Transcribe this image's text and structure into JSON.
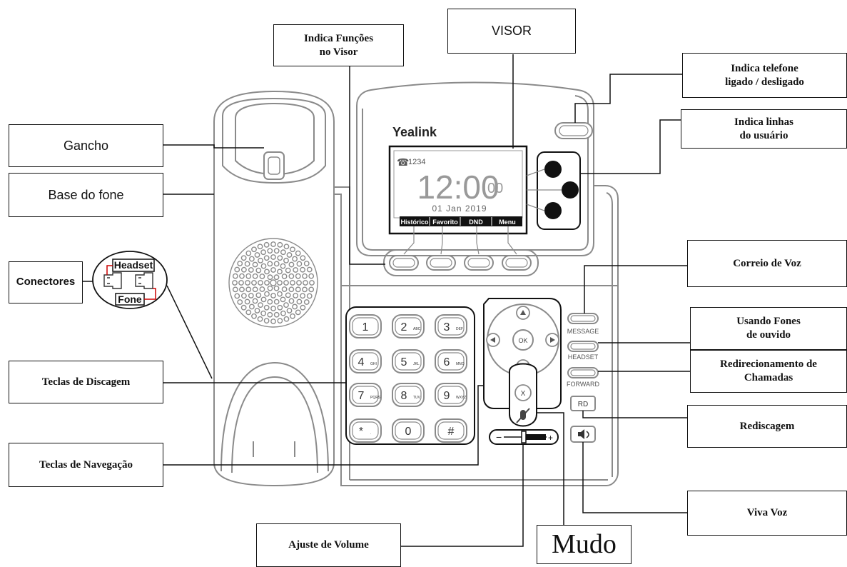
{
  "phone": {
    "brand": "Yealink",
    "screen": {
      "account": "1234",
      "time": "12:00",
      "seconds": "00",
      "date": "01 Jan 2019",
      "softkeys": [
        "Histórico",
        "Favorito",
        "DND",
        "Menu"
      ]
    },
    "keypad": [
      {
        "digit": "1",
        "letters": ""
      },
      {
        "digit": "2",
        "letters": "ABC"
      },
      {
        "digit": "3",
        "letters": "DEF"
      },
      {
        "digit": "4",
        "letters": "GHI"
      },
      {
        "digit": "5",
        "letters": "JKL"
      },
      {
        "digit": "6",
        "letters": "MNO"
      },
      {
        "digit": "7",
        "letters": "PQRS"
      },
      {
        "digit": "8",
        "letters": "TUV"
      },
      {
        "digit": "9",
        "letters": "WXYZ"
      },
      {
        "digit": "*",
        "letters": "."
      },
      {
        "digit": "0",
        "letters": ""
      },
      {
        "digit": "#",
        "letters": ""
      }
    ],
    "nav": {
      "ok": "OK",
      "cancel": "X"
    },
    "side_key_labels": {
      "message": "MESSAGE",
      "headset": "HEADSET",
      "forward": "FORWARD",
      "redial": "RD"
    },
    "volume": {
      "minus": "−",
      "plus": "+"
    },
    "connectors": {
      "headset": "Headset",
      "fone": "Fone"
    }
  },
  "callouts": {
    "indica_funcoes": "Indica Funções\nno Visor",
    "visor": "VISOR",
    "indica_telefone": "Indica telefone\nligado / desligado",
    "indica_linhas": "Indica linhas\ndo usuário",
    "gancho": "Gancho",
    "base_fone": "Base do fone",
    "conectores": "Conectores",
    "correio_voz": "Correio de Voz",
    "usando_fones": "Usando Fones\nde ouvido",
    "redirecionamento": "Redirecionamento de\nChamadas",
    "teclas_discagem": "Teclas de Discagem",
    "rediscagem": "Rediscagem",
    "teclas_navegacao": "Teclas de Navegação",
    "viva_voz": "Viva Voz",
    "ajuste_volume": "Ajuste de Volume",
    "mudo": "Mudo"
  },
  "colors": {
    "outline": "#8a8a8a",
    "line": "#111111",
    "screen_bar": "#111111",
    "connector_wire": "#cc0000"
  }
}
